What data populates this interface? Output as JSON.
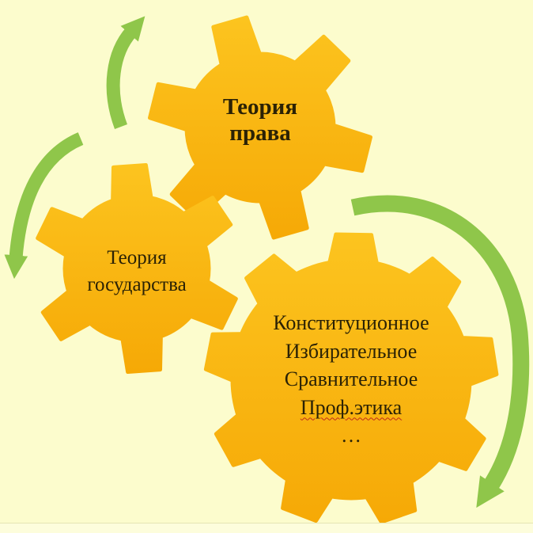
{
  "colors": {
    "background": "#FCFCCD",
    "bottom_strip": "#FDFDDC",
    "gear_gradient_top": "#FCC41F",
    "gear_gradient_bottom": "#F6A906",
    "arrow_green": "#8FC64A",
    "text": "#2B2205",
    "spellcheck_underline": "#C02A1A"
  },
  "gears": {
    "theory_of_law": {
      "lines": [
        "Теория",
        "права"
      ]
    },
    "theory_of_state": {
      "lines": [
        "Теория",
        "государства"
      ]
    },
    "disciplines": {
      "lines": [
        "Конституционное",
        "Избирательное",
        "Сравнительное",
        "Проф.этика",
        "…"
      ]
    }
  }
}
